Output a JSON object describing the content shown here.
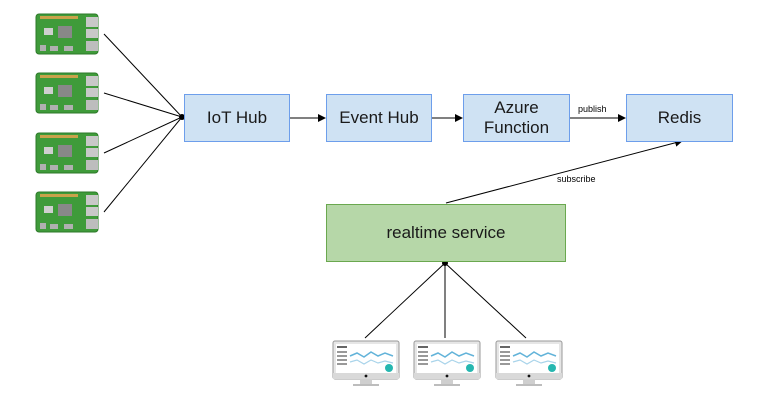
{
  "nodes": {
    "iot_hub": "IoT Hub",
    "event_hub": "Event Hub",
    "azure_function": "Azure\nFunction",
    "redis": "Redis",
    "realtime_service": "realtime service"
  },
  "edge_labels": {
    "publish": "publish",
    "subscribe": "subscribe"
  },
  "icons": {
    "device": "raspberry-pi-board-icon",
    "client": "desktop-monitor-dashboard-icon"
  },
  "colors": {
    "azure_box_fill": "#cfe2f3",
    "azure_box_border": "#6d9eeb",
    "service_box_fill": "#b6d7a8",
    "service_box_border": "#6aa84f",
    "board_green": "#3f9b3a"
  }
}
